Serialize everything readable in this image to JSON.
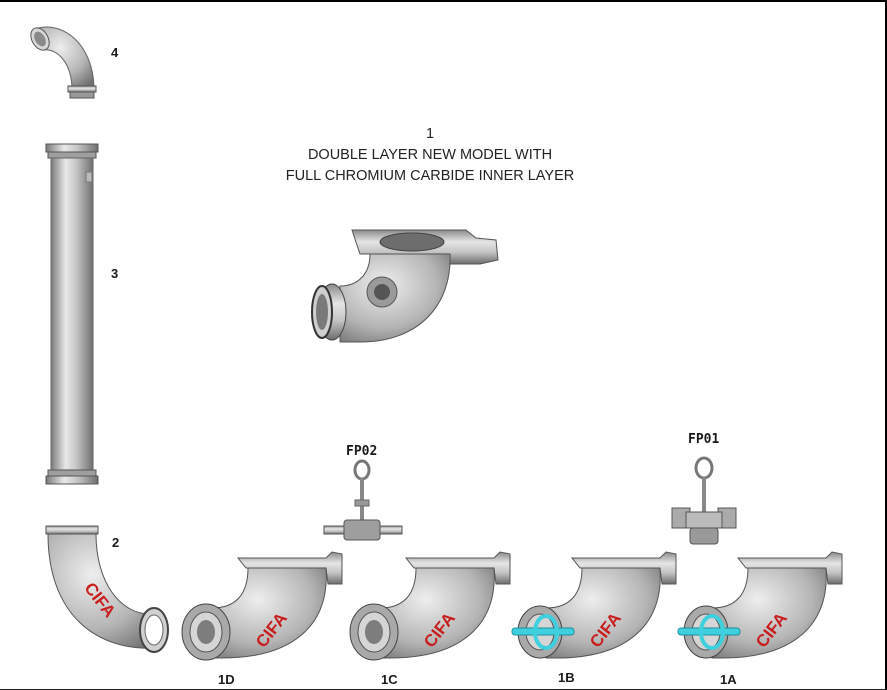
{
  "labels": {
    "part_4": "4",
    "part_3": "3",
    "part_2": "2",
    "part_1D": "1D",
    "part_1C": "1C",
    "part_1B": "1B",
    "part_1A": "1A",
    "fp02": "FP02",
    "fp01": "FP01"
  },
  "main": {
    "number": "1",
    "line1": "DOUBLE LAYER NEW MODEL WITH",
    "line2": "FULL CHROMIUM CARBIDE INNER LAYER"
  },
  "brand": {
    "text": "CIFA",
    "color": "#c81e1e"
  },
  "colors": {
    "metal": "#b9b9b9",
    "metal_dark": "#6d6d6d",
    "accent_cyan": "#3fd0e0"
  }
}
